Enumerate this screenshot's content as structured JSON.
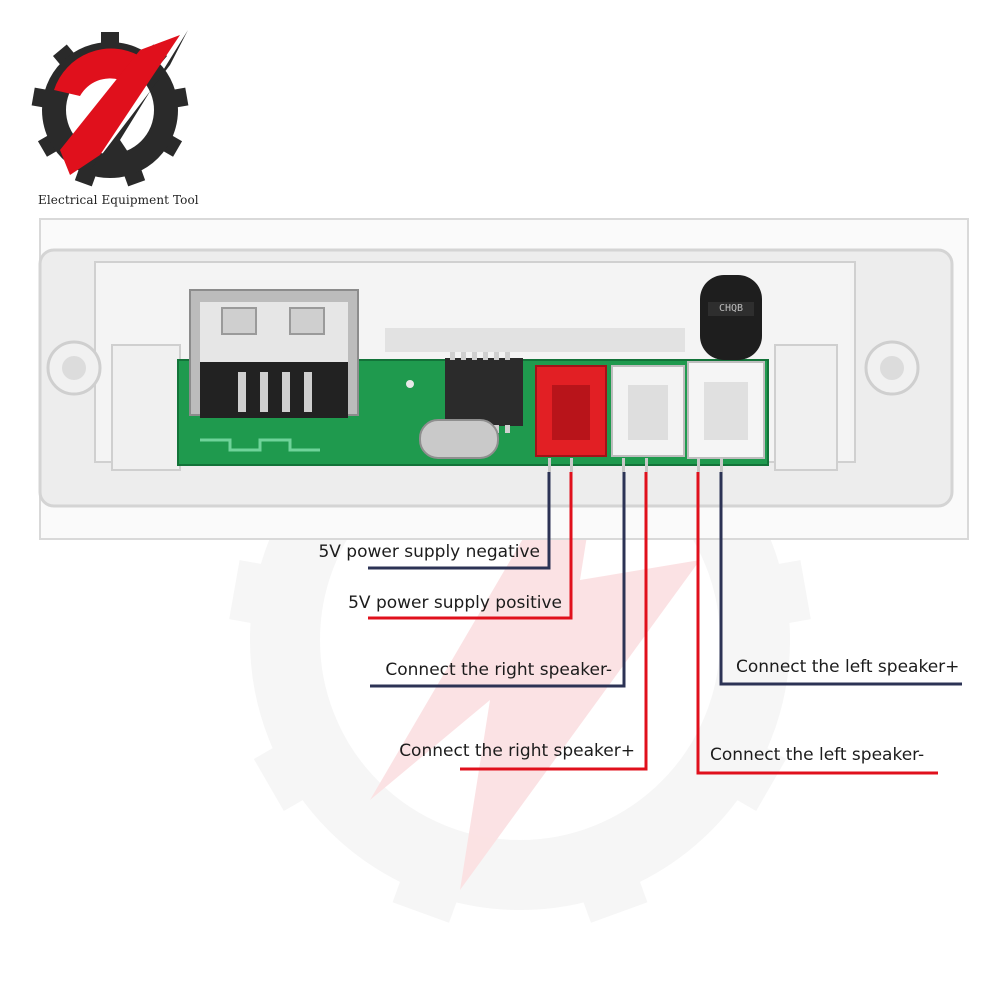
{
  "brand": {
    "name": "Electrical Equipment Tool",
    "logo": "gear-lightning-logo",
    "colors": {
      "red": "#e0101c",
      "dark": "#2a2a2a"
    }
  },
  "board": {
    "chip_marking": "CHQB",
    "connectors": [
      "red-2pin-connector",
      "white-2pin-connector",
      "white-2pin-connector"
    ]
  },
  "wiring": {
    "colors": {
      "negative": "#2c3355",
      "positive": "#e0101c"
    },
    "labels": [
      {
        "id": "power-negative",
        "text": "5V power supply negative",
        "polarity": "negative"
      },
      {
        "id": "power-positive",
        "text": "5V power supply positive",
        "polarity": "positive"
      },
      {
        "id": "right-speaker-minus",
        "text": "Connect the right speaker-",
        "polarity": "negative"
      },
      {
        "id": "right-speaker-plus",
        "text": "Connect the right speaker+",
        "polarity": "positive"
      },
      {
        "id": "left-speaker-plus",
        "text": "Connect the left speaker+",
        "polarity": "negative"
      },
      {
        "id": "left-speaker-minus",
        "text": "Connect the left speaker-",
        "polarity": "positive"
      }
    ]
  }
}
